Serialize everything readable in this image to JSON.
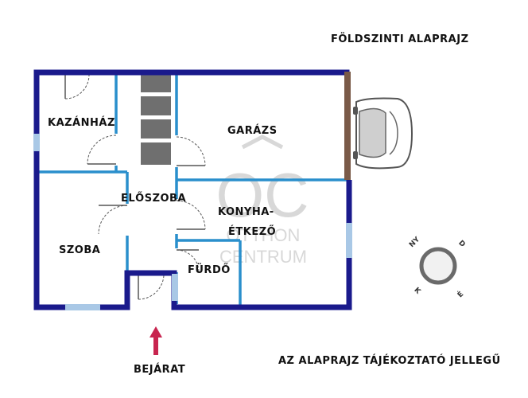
{
  "header": {
    "title": "FÖLDSZINTI ALAPRAJZ"
  },
  "rooms": {
    "kazanhaz": "KAZÁNHÁZ",
    "garazs": "GARÁZS",
    "eloszoba": "ELŐSZOBA",
    "konyha_line1": "KONYHA-",
    "konyha_line2": "ÉTKEZŐ",
    "szoba": "SZOBA",
    "furdo": "FÜRDŐ"
  },
  "entrance": {
    "label": "BEJÁRAT"
  },
  "footer": {
    "note": "AZ ALAPRAJZ TÁJÉKOZTATÓ JELLEGŰ"
  },
  "watermark": {
    "monogram": "OC",
    "line1": "OTTHON",
    "line2": "CENTRUM"
  },
  "compass": {
    "n": "É",
    "s": "D",
    "e": "K",
    "w": "NY"
  },
  "colors": {
    "outer_wall": "#1a1a8c",
    "inner_wall": "#2a8fcc",
    "window": "#a9c8e6",
    "garage_door": "#7a5a48",
    "stairs": "#6f6f6f",
    "arrow": "#c8254f",
    "watermark": "#d5d5d5"
  }
}
